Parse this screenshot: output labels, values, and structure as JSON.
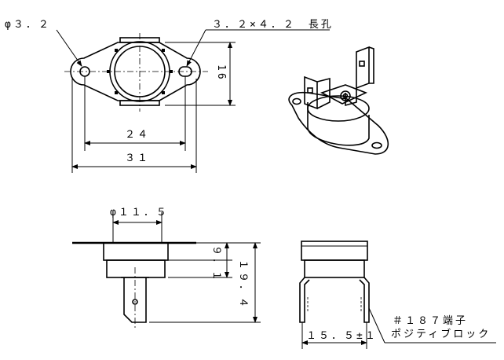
{
  "drawing": {
    "top_view": {
      "hole_diameter": "φ３．２",
      "slot_size": "３．２×４．２　長孔",
      "height_dim": "16",
      "hole_pitch": "２４",
      "overall_width": "３１"
    },
    "side_view": {
      "cap_diameter": "φ１１．５",
      "body_height": "９．１",
      "overall_height": "１９．４"
    },
    "end_view": {
      "terminal_pitch": "１５．５±１",
      "terminal_type": "＃１８７端子",
      "terminal_lock": "ポジティブロック"
    }
  }
}
